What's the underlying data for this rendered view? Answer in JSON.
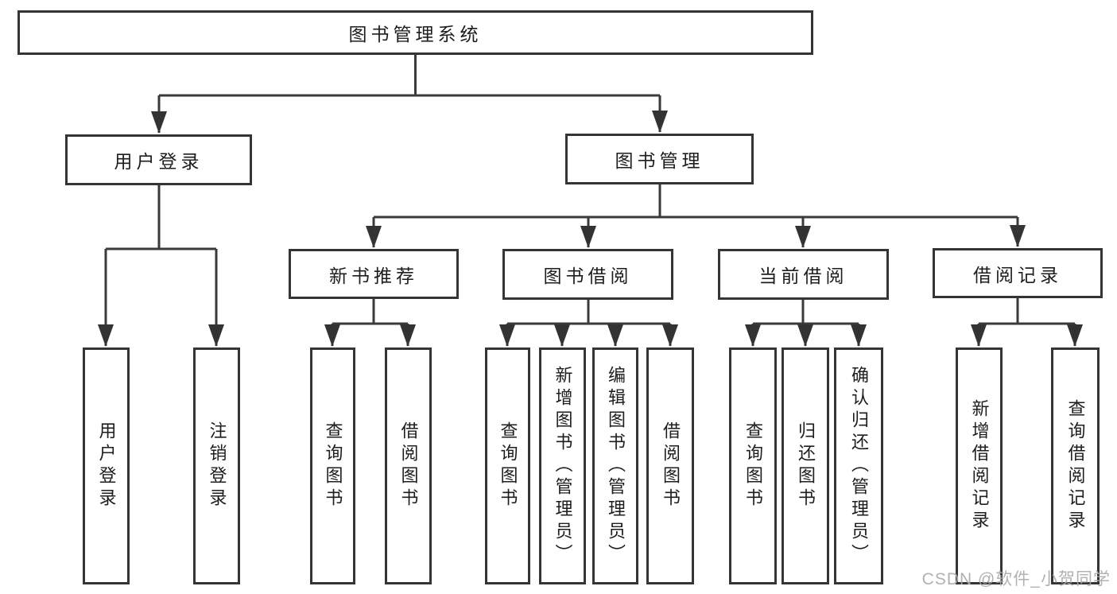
{
  "tree": {
    "label": "图书管理系统",
    "children": [
      {
        "label": "用户登录",
        "children": [
          {
            "label": "用户登录"
          },
          {
            "label": "注销登录"
          }
        ]
      },
      {
        "label": "图书管理",
        "children": [
          {
            "label": "新书推荐",
            "children": [
              {
                "label": "查询图书"
              },
              {
                "label": "借阅图书"
              }
            ]
          },
          {
            "label": "图书借阅",
            "children": [
              {
                "label": "查询图书"
              },
              {
                "label": "新增图书（管理员）"
              },
              {
                "label": "编辑图书（管理员）"
              },
              {
                "label": "借阅图书"
              }
            ]
          },
          {
            "label": "当前借阅",
            "children": [
              {
                "label": "查询图书"
              },
              {
                "label": "归还图书"
              },
              {
                "label": "确认归还（管理员）"
              }
            ]
          },
          {
            "label": "借阅记录",
            "children": [
              {
                "label": "新增借阅记录"
              },
              {
                "label": "查询借阅记录"
              }
            ]
          }
        ]
      }
    ]
  },
  "watermark": {
    "text": "CSDN @软件_小贺同学"
  },
  "colors": {
    "background": "#ffffff",
    "line": "#3a3a3a",
    "box_border": "#353535",
    "text": "#1d1d1d",
    "watermark": "#ababab"
  }
}
